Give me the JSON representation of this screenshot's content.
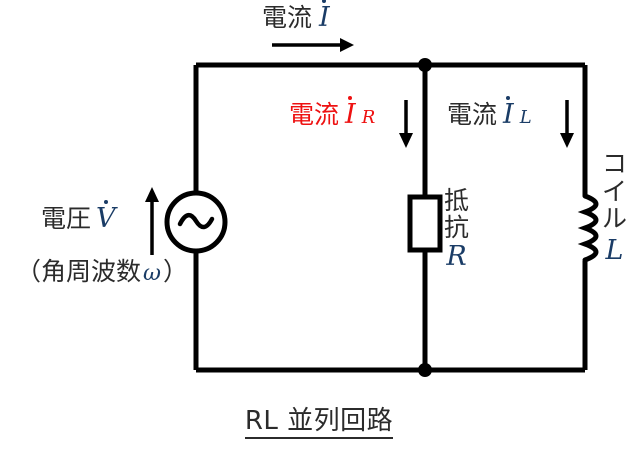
{
  "diagram": {
    "caption": "RL 並列回路",
    "labels": {
      "current_total": {
        "text": "電流",
        "symbol": "I",
        "subscript": "",
        "color": "#1a3c66",
        "arrow": "right"
      },
      "current_r": {
        "text": "電流",
        "symbol": "I",
        "subscript": "R",
        "color": "#ee1111",
        "arrow": "down"
      },
      "current_l": {
        "text": "電流",
        "symbol": "I",
        "subscript": "L",
        "color": "#1a3c66",
        "arrow": "down"
      },
      "voltage": {
        "text": "電圧",
        "symbol": "V",
        "color": "#1a3c66",
        "arrow": "up"
      },
      "angular_frequency": {
        "open": "（角周波数",
        "symbol": "ω",
        "close": "）"
      },
      "resistor": {
        "line1": "抵",
        "line2": "抗",
        "symbol": "R"
      },
      "inductor": {
        "line1": "コ",
        "line2": "イ",
        "line3": "ル",
        "symbol": "L"
      }
    },
    "components": {
      "source": "ac-source",
      "resistor": "resistor",
      "inductor": "inductor"
    },
    "colors": {
      "wire": "#000000",
      "accent_red": "#ee1111",
      "symbol_blue": "#1a3c66",
      "text": "#2b2b2b",
      "background": "#ffffff"
    }
  }
}
